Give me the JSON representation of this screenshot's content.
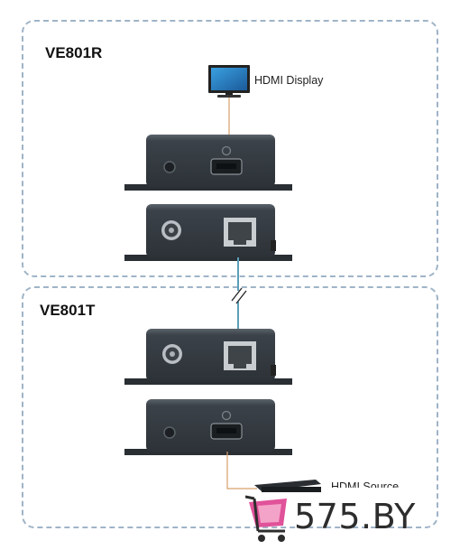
{
  "receiver": {
    "model": "VE801R",
    "display_label": "HDMI Display",
    "display_icon": "monitor-icon"
  },
  "transmitter": {
    "model": "VE801T",
    "source_label": "HDMI Source",
    "source_icon": "media-player-icon"
  },
  "watermark": {
    "text": "575.BY",
    "icon": "shopping-cart-icon"
  },
  "colors": {
    "zone_border": "#9fb4c7",
    "device_body": "#3a4148",
    "hdmi_cable": "#d6a06a",
    "cat_cable": "#5a9fb8"
  }
}
